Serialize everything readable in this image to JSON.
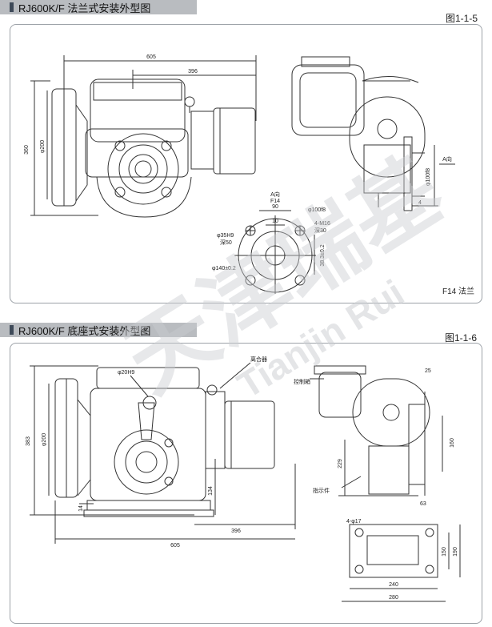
{
  "section1": {
    "title": "RJ600K/F 法兰式安装外型图",
    "figure": "图1-1-5",
    "caption": "F14 法兰",
    "dims": {
      "total_length": "605",
      "length_396": "396",
      "height": "360",
      "dia_200": "φ200",
      "view_a": "A向",
      "f14": "F14",
      "pcd": "φ140±0.2",
      "bore": "φ35H9",
      "bore_depth": "深50",
      "spigot": "φ100f8",
      "holes": "4-M16",
      "hole_depth": "深30",
      "key_10": "10",
      "key_90": "90",
      "key_38": "38.3±0.2",
      "side_view_a": "A向",
      "side_dia": "φ100f8",
      "side_4": "4"
    }
  },
  "section2": {
    "title": "RJ600K/F 底座式安装外型图",
    "figure": "图1-1-6",
    "dims": {
      "coupler": "离合器",
      "controller": "控制箱",
      "indicator": "指示件",
      "shaft": "φ20H9",
      "dia_200": "φ200",
      "height": "383",
      "dim_14": "14",
      "dim_134": "134",
      "length_396": "396",
      "total_length": "605",
      "dim_25": "25",
      "dim_160": "160",
      "dim_229": "229",
      "dim_63": "63",
      "base_holes": "4-φ17",
      "base_150": "150",
      "base_190": "190",
      "base_240": "240",
      "base_280": "280"
    }
  },
  "watermark": {
    "cn": "天津瑞基",
    "en": "Tianjin Rui"
  }
}
